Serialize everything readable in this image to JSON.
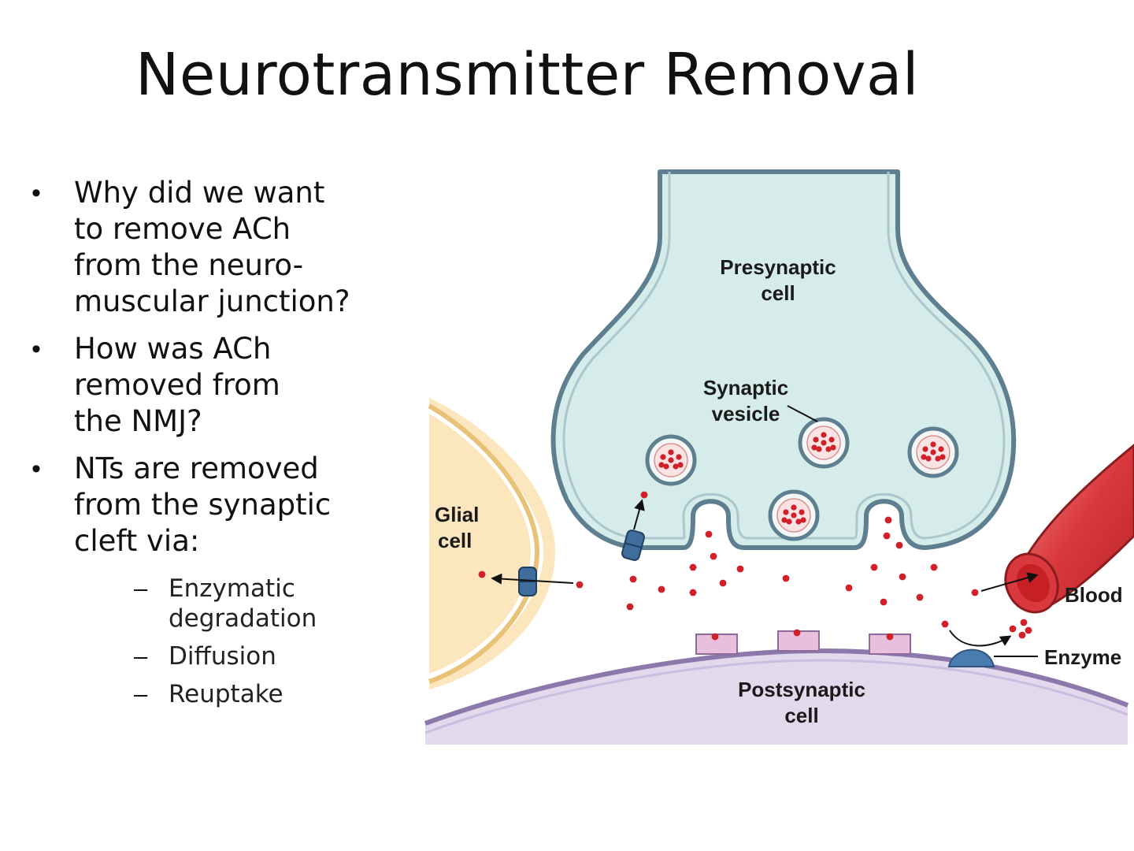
{
  "slide": {
    "title": "Neurotransmitter Removal"
  },
  "bullets": [
    {
      "text": "Why did we want\nto remove ACh\nfrom the neuro-\nmuscular junction?"
    },
    {
      "text": "How was ACh\nremoved from\nthe NMJ?"
    },
    {
      "text": "NTs are removed\nfrom the synaptic\ncleft via:"
    }
  ],
  "sub_bullets": [
    {
      "text": "Enzymatic\ndegradation"
    },
    {
      "text": "Diffusion"
    },
    {
      "text": "Reuptake"
    }
  ],
  "symbols": {
    "bullet": "•",
    "dash": "–"
  },
  "diagram": {
    "labels": {
      "presynaptic_line1": "Presynaptic",
      "presynaptic_line2": "cell",
      "synaptic_vesicle_line1": "Synaptic",
      "synaptic_vesicle_line2": "vesicle",
      "glial_line1": "Glial",
      "glial_line2": "cell",
      "blood": "Blood",
      "enzyme": "Enzyme",
      "postsynaptic_line1": "Postsynaptic",
      "postsynaptic_line2": "cell"
    },
    "colors": {
      "presynaptic_fill": "#d6ecea",
      "presynaptic_outline": "#5d7f90",
      "glial_fill": "#fbe6bd",
      "glial_outline": "#e8c277",
      "postsynaptic_fill": "#e2d9ec",
      "postsynaptic_outline": "#8c78aa",
      "neurotransmitter": "#d0202a",
      "receptor": "#e8bfdc",
      "transporter": "#3f6e9e",
      "enzyme": "#4a7cb0",
      "blood_vessel": "#d9383d"
    }
  }
}
